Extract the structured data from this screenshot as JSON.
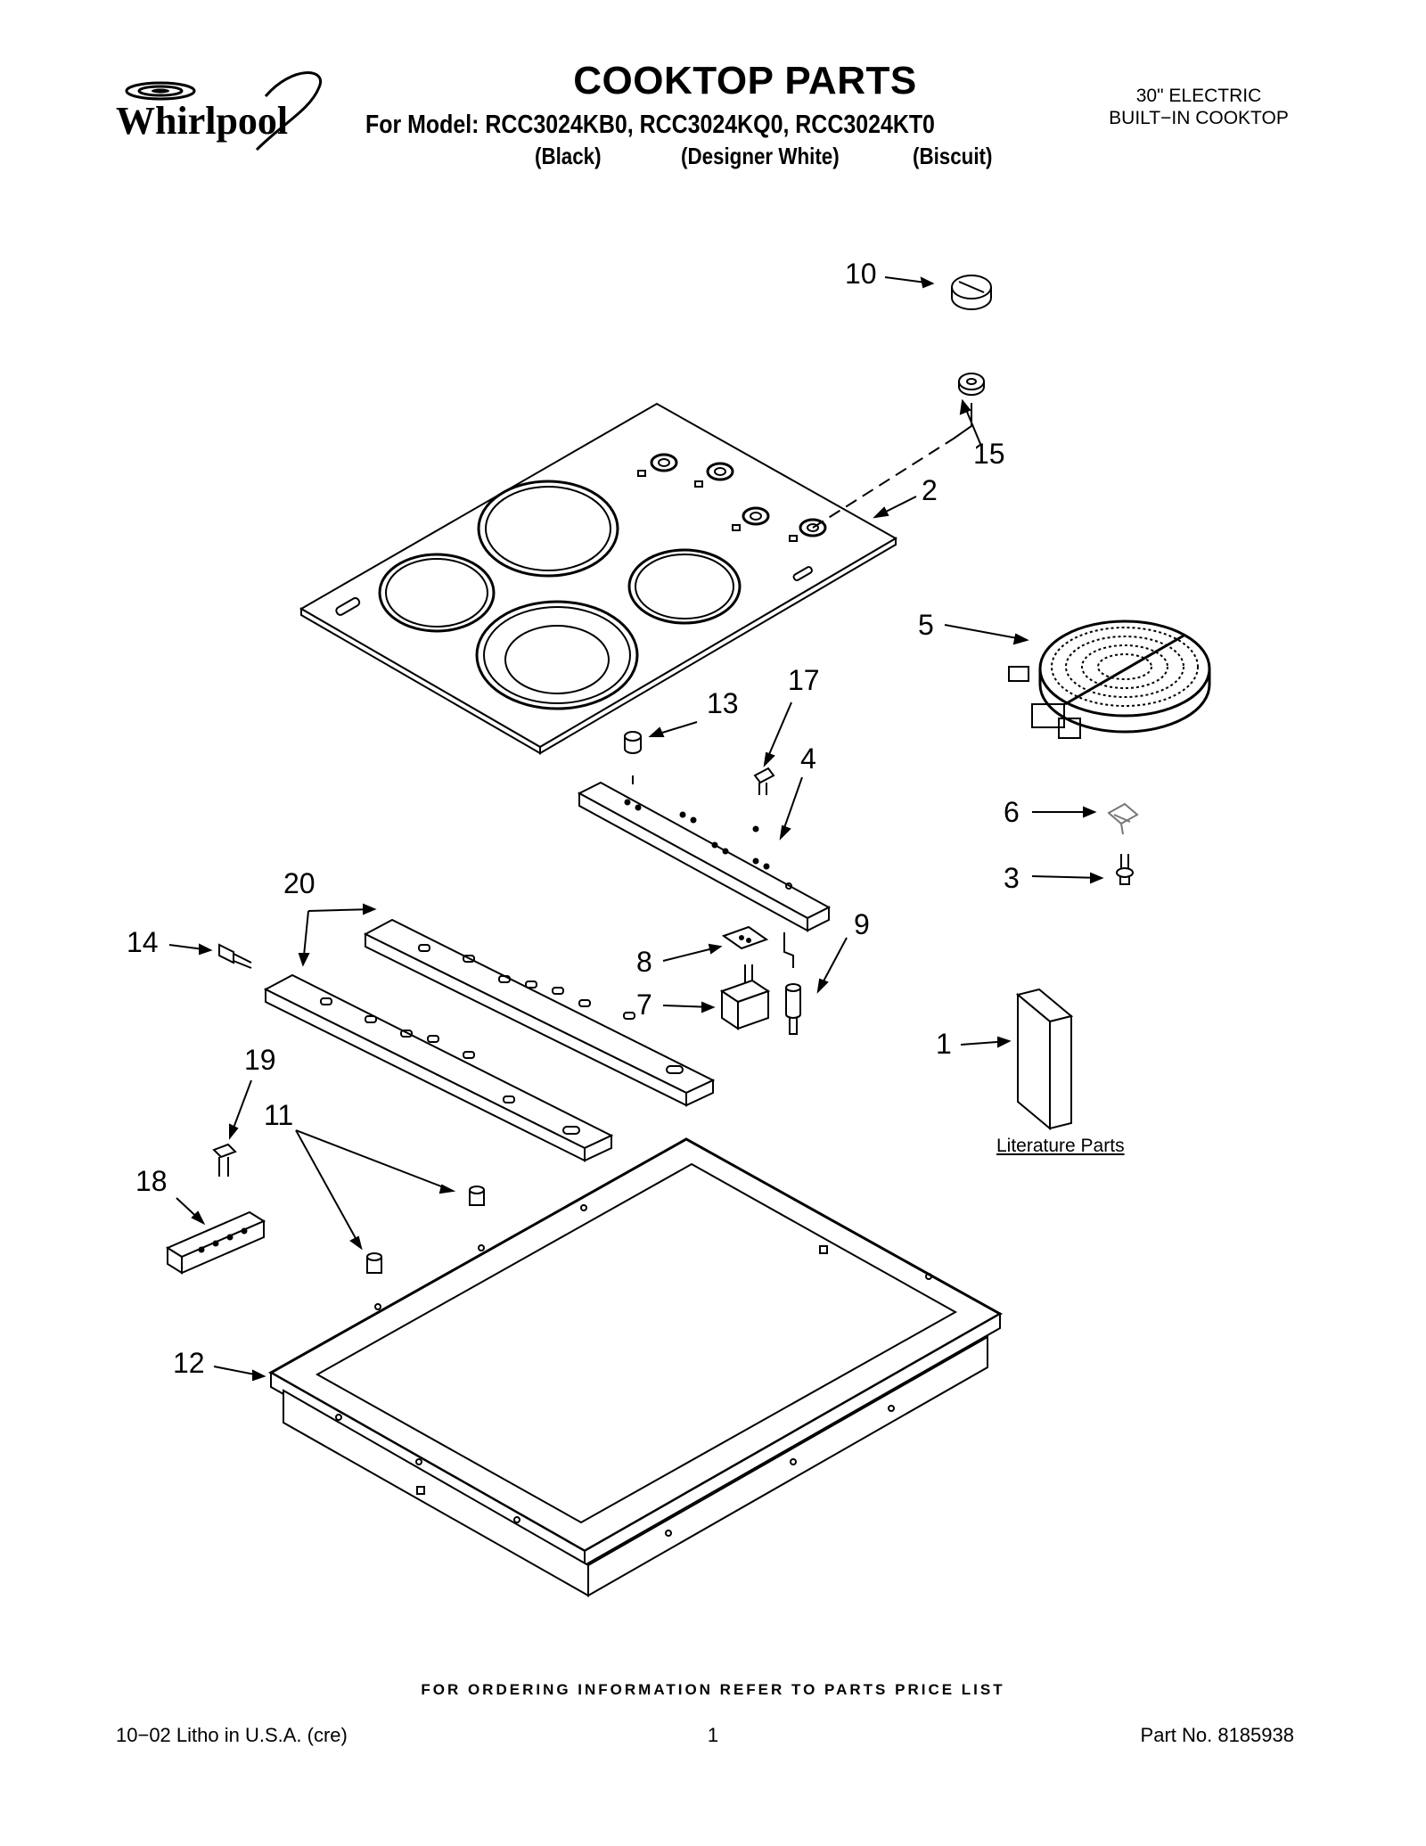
{
  "header": {
    "brand": "Whirlpool",
    "title": "COOKTOP PARTS",
    "model_line": "For Model: RCC3024KB0, RCC3024KQ0, RCC3024KT0",
    "colors": [
      "(Black)",
      "(Designer White)",
      "(Biscuit)"
    ],
    "product_type_line1": "30\" ELECTRIC",
    "product_type_line2": "BUILT−IN COOKTOP"
  },
  "callouts": {
    "c1": "1",
    "c2": "2",
    "c3": "3",
    "c4": "4",
    "c5": "5",
    "c6": "6",
    "c7": "7",
    "c8": "8",
    "c9": "9",
    "c10": "10",
    "c11": "11",
    "c12": "12",
    "c13": "13",
    "c14": "14",
    "c15": "15",
    "c17": "17",
    "c18": "18",
    "c19": "19",
    "c20": "20"
  },
  "literature_label": "Literature Parts",
  "footer": {
    "ordering_note": "FOR ORDERING INFORMATION REFER TO PARTS PRICE LIST",
    "litho": "10−02 Litho in U.S.A. (cre)",
    "page_number": "1",
    "part_number": "Part No. 8185938"
  }
}
